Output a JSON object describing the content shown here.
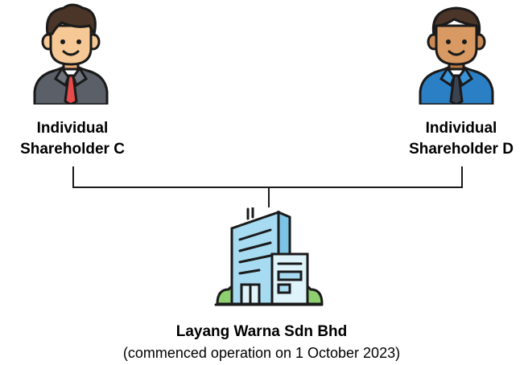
{
  "shareholders": [
    {
      "line1": "Individual",
      "line2": "Shareholder C",
      "icon": "businessman-red-tie-icon"
    },
    {
      "line1": "Individual",
      "line2": "Shareholder D",
      "icon": "businessman-blue-suit-icon"
    }
  ],
  "company": {
    "name": "Layang Warna Sdn Bhd",
    "note": "(commenced operation on 1 October 2023)",
    "icon": "office-building-icon"
  },
  "colors": {
    "line": "#1a1a1a",
    "skin": "#f6c896",
    "skin_dark": "#c98a55",
    "hair": "#4a3528",
    "suit_grey": "#5a5f68",
    "tie_red": "#e74a4a",
    "suit_blue": "#2b7fc4",
    "tie_dark": "#3b4250",
    "building_blue": "#a6dbf2",
    "building_light": "#dff3fb",
    "bush_green": "#8ecf70"
  }
}
